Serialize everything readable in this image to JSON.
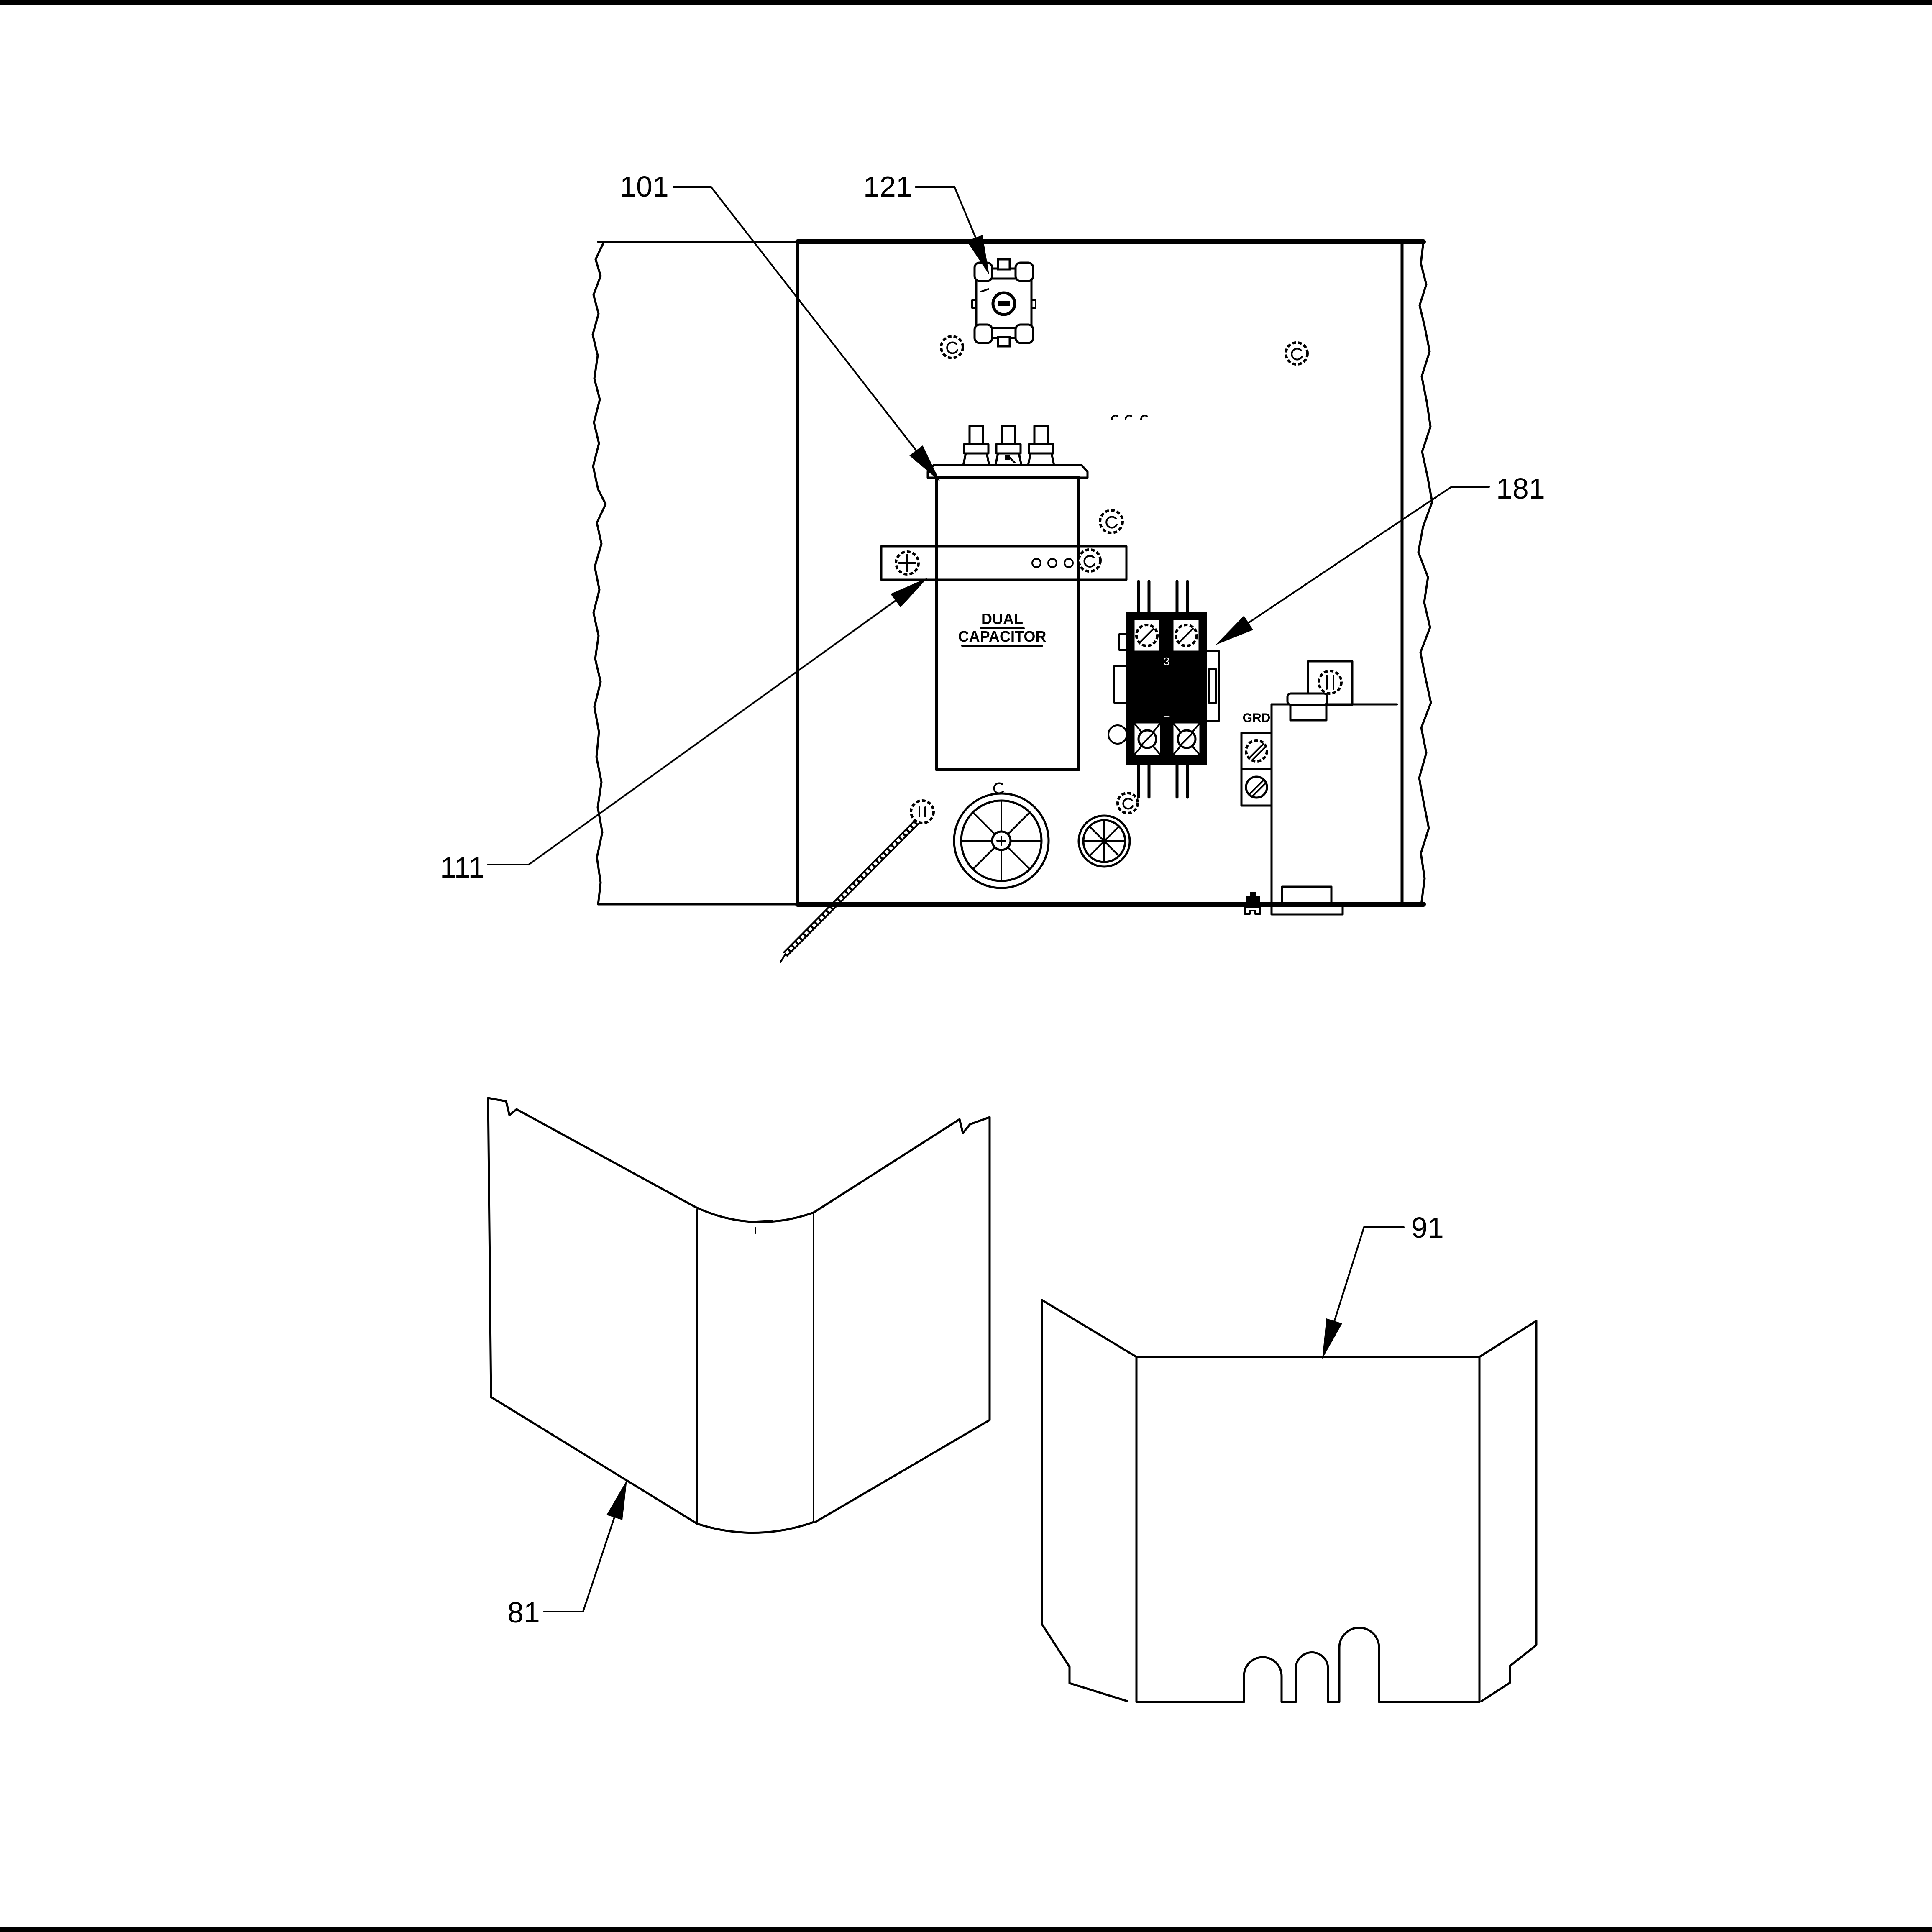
{
  "page": {
    "background": "#ffffff",
    "ink": "#000000",
    "border_bar_color": "#000000"
  },
  "callouts": {
    "capacitor": {
      "text": "101"
    },
    "transformer": {
      "text": "121"
    },
    "strap": {
      "text": "111"
    },
    "contactor": {
      "text": "181"
    },
    "corner_cover": {
      "text": "81"
    },
    "control_cover": {
      "text": "91"
    }
  },
  "component_texts": {
    "capacitor_line1": "DUAL",
    "capacitor_line2": "CAPACITOR",
    "ground": "GRD",
    "contactor_mark_top": "3",
    "contactor_mark_mid": "+"
  }
}
